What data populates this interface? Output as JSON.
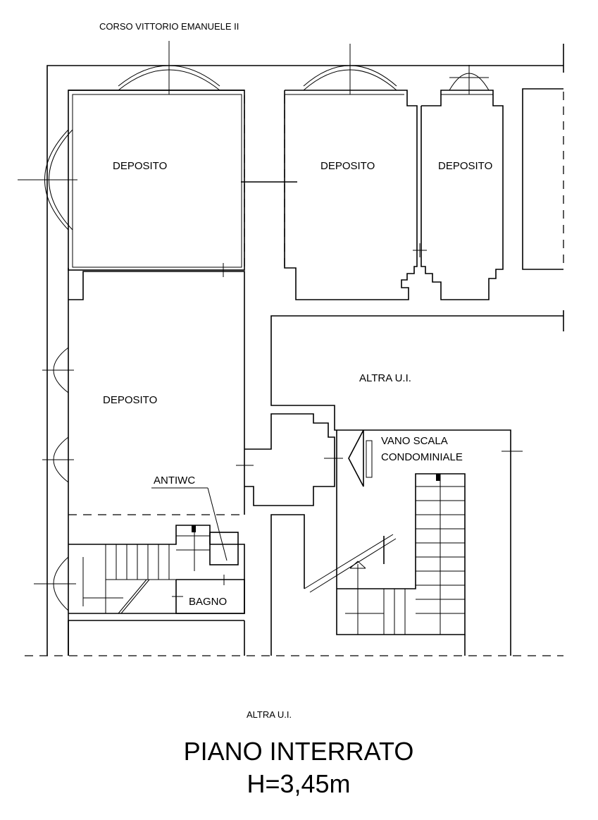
{
  "plan": {
    "street": "CORSO VITTORIO  EMANUELE II",
    "rooms": {
      "deposito_1": "DEPOSITO",
      "deposito_2": "DEPOSITO",
      "deposito_3": "DEPOSITO",
      "deposito_4": "DEPOSITO",
      "altra_ui_right": "ALTRA U.I.",
      "vano_scala_1": "VANO SCALA",
      "vano_scala_2": "CONDOMINIALE",
      "antiwc": "ANTIWC",
      "bagno": "BAGNO",
      "altra_ui_bottom": "ALTRA U.I."
    },
    "title": "PIANO INTERRATO",
    "height": "H=3,45m"
  }
}
